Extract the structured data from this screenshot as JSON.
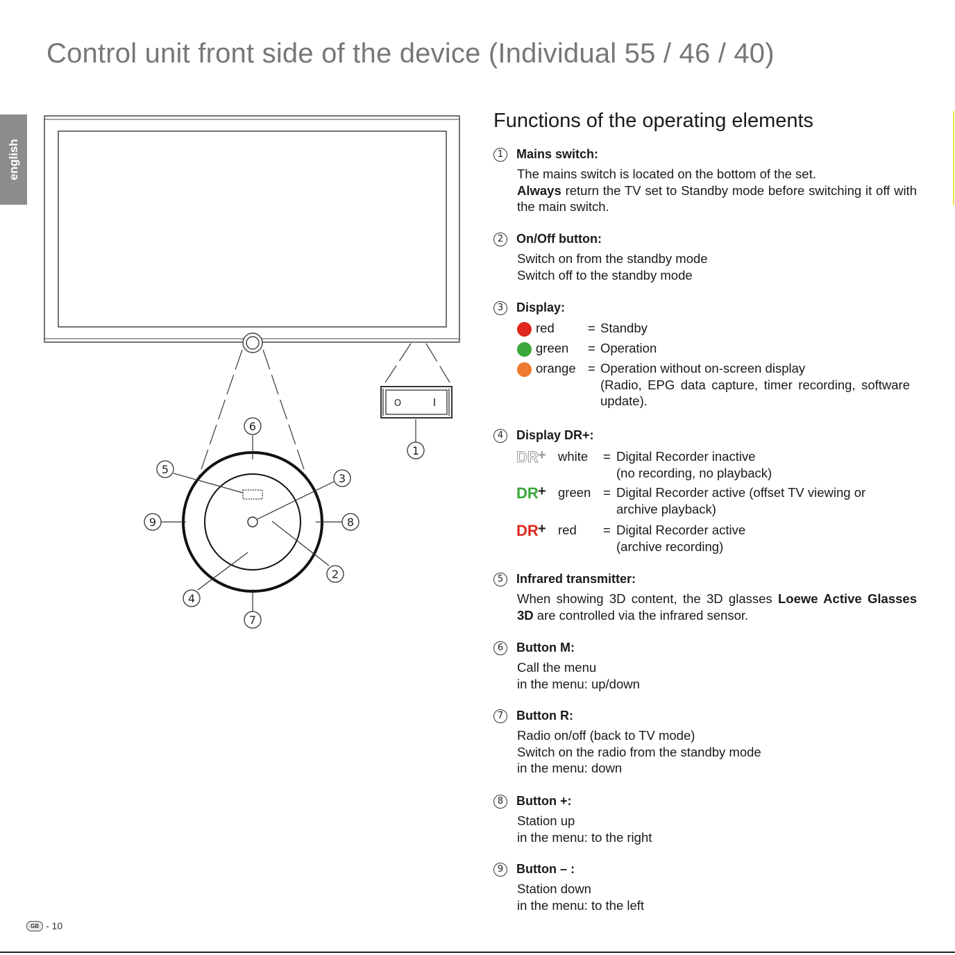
{
  "page": {
    "title": "Control unit front side of the device (Individual 55 / 46 / 40)",
    "language_tab": "english",
    "footer": {
      "country_badge": "GB",
      "page_number": "- 10"
    }
  },
  "diagram": {
    "callouts": [
      "1",
      "2",
      "3",
      "4",
      "5",
      "6",
      "7",
      "8",
      "9"
    ],
    "switch_symbols": {
      "off": "O",
      "on": "I"
    }
  },
  "functions": {
    "heading": "Functions of the operating elements",
    "items": [
      {
        "number": "1",
        "title": "Mains switch:",
        "lines": [
          "The mains switch is located on the bottom of the set."
        ],
        "note_bold": "Always",
        "note_rest": " return the TV set to Standby mode before switching it off with the main switch."
      },
      {
        "number": "2",
        "title": "On/Off button:",
        "lines": [
          "Switch on from the standby mode",
          "Switch off to the standby mode"
        ]
      },
      {
        "number": "3",
        "title": "Display:",
        "leds": [
          {
            "color_name": "red",
            "color": "#e0281e",
            "eq": "=",
            "desc": "Standby"
          },
          {
            "color_name": "green",
            "color": "#3aa83a",
            "eq": "=",
            "desc": "Operation"
          },
          {
            "color_name": "orange",
            "color": "#ee7a2d",
            "eq": "=",
            "desc": "Operation without on-screen display",
            "desc2": "(Radio, EPG data capture, timer recording, software update)."
          }
        ]
      },
      {
        "number": "4",
        "title": "Display DR+:",
        "dr_states": [
          {
            "badge": "DR+",
            "badge_style": "outline",
            "label": "white",
            "eq": "=",
            "desc": "Digital Recorder inactive",
            "desc2": "(no recording, no playback)"
          },
          {
            "badge": "DR+",
            "badge_style": "green",
            "badge_color": "#3aa83a",
            "label": "green",
            "eq": "=",
            "desc": "Digital Recorder active (offset TV viewing or",
            "desc2": "archive playback)"
          },
          {
            "badge": "DR+",
            "badge_style": "red",
            "badge_color": "#e0281e",
            "label": "red",
            "eq": "=",
            "desc": "Digital Recorder active",
            "desc2": "(archive recording)"
          }
        ]
      },
      {
        "number": "5",
        "title": "Infrared transmitter:",
        "text_a": "When showing 3D content, the 3D glasses ",
        "text_bold": "Loewe Active Glasses 3D",
        "text_b": " are controlled via the infrared sensor."
      },
      {
        "number": "6",
        "title": "Button M:",
        "lines": [
          "Call the menu",
          "in the menu: up/down"
        ]
      },
      {
        "number": "7",
        "title": "Button R:",
        "lines": [
          "Radio on/off (back to TV mode)",
          "Switch on the radio from the standby mode",
          "in the menu: down"
        ]
      },
      {
        "number": "8",
        "title": "Button +:",
        "lines": [
          "Station up",
          "in the menu: to the right"
        ]
      },
      {
        "number": "9",
        "title": "Button – :",
        "lines": [
          "Station down",
          "in the menu: to the left"
        ]
      }
    ]
  }
}
